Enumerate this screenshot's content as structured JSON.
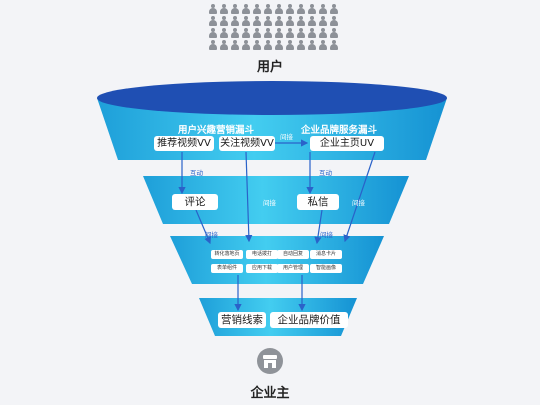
{
  "top": {
    "label": "用户"
  },
  "bottom": {
    "label": "企业主"
  },
  "funnels": {
    "left_title": "用户兴趣营销漏斗",
    "right_title": "企业品牌服务漏斗"
  },
  "level1": {
    "items": [
      "推荐视频VV",
      "关注视频VV",
      "企业主页UV"
    ]
  },
  "level2": {
    "items": [
      "评论",
      "私信"
    ]
  },
  "level3": {
    "items": [
      "转化落地页",
      "电话拨打",
      "自动回复",
      "消息卡片",
      "表单组件",
      "应用下载",
      "用户管理",
      "智能画像"
    ]
  },
  "level4": {
    "items": [
      "营销线索",
      "企业品牌价值"
    ]
  },
  "connectors": {
    "jianjie": "间接",
    "hudong": "互动"
  },
  "colors": {
    "top_rim": "#1f4fb3",
    "band_light": "#3bc7ea",
    "band_dark": "#1196d6",
    "arrow": "#2a62c9",
    "background": "#f3f4f7"
  },
  "icons": {
    "crowd": "people-icon",
    "owner": "shop-icon"
  }
}
